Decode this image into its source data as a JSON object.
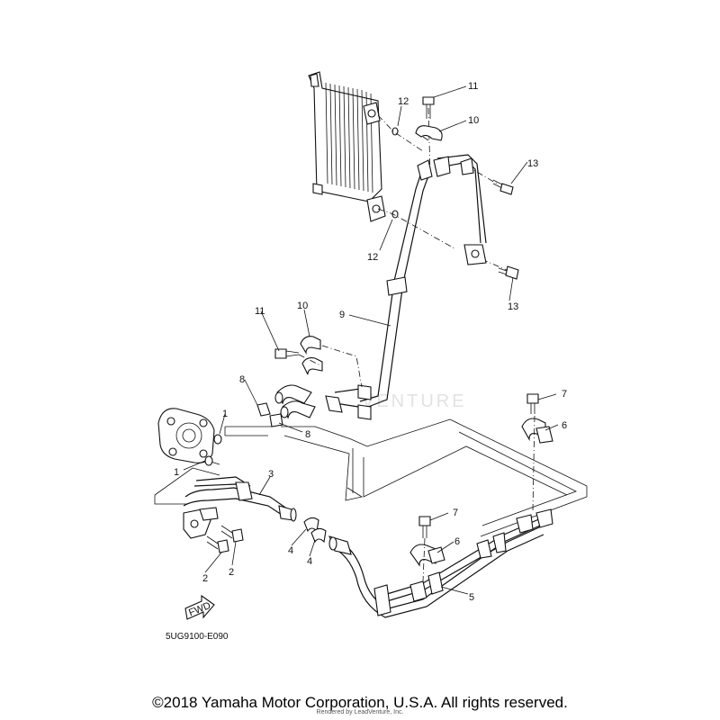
{
  "diagram": {
    "part_code": "5UG9100-E090",
    "fwd_label": "FWD",
    "watermark": "VENTURE",
    "copyright": "©2018 Yamaha Motor Corporation, U.S.A. All rights reserved.",
    "rendered_by": "Rendered by LeadVenture, Inc.",
    "callouts": {
      "c11_top": "11",
      "c10_top": "10",
      "c12_top": "12",
      "c13_top": "13",
      "c12_bottom": "12",
      "c13_bottom": "13",
      "c11_mid": "11",
      "c10_mid": "10",
      "c9": "9",
      "c8_top": "8",
      "c8_bottom": "8",
      "c7_right": "7",
      "c6_right": "6",
      "c1_top": "1",
      "c1_bottom": "1",
      "c3": "3",
      "c7_lower": "7",
      "c6_lower": "6",
      "c4_left": "4",
      "c4_right": "4",
      "c2_right": "2",
      "c2_left": "2",
      "c5": "5"
    }
  }
}
